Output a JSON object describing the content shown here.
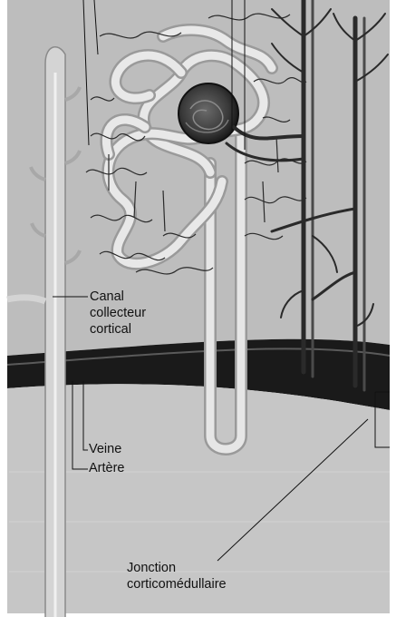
{
  "labels": {
    "canal_line1": "Canal",
    "canal_line2": "collecteur",
    "canal_line3": "cortical",
    "veine": "Veine",
    "artere": "Artère",
    "jonction_line1": "Jonction",
    "jonction_line2": "corticomédullaire"
  },
  "colors": {
    "background": "#ffffff",
    "cortex": "#bdbdbd",
    "medulla": "#c6c6c6",
    "border_band": "#1a1a1a",
    "tubule": "#d4d4d4",
    "vessel": "#2a2a2a",
    "text": "#111111"
  }
}
